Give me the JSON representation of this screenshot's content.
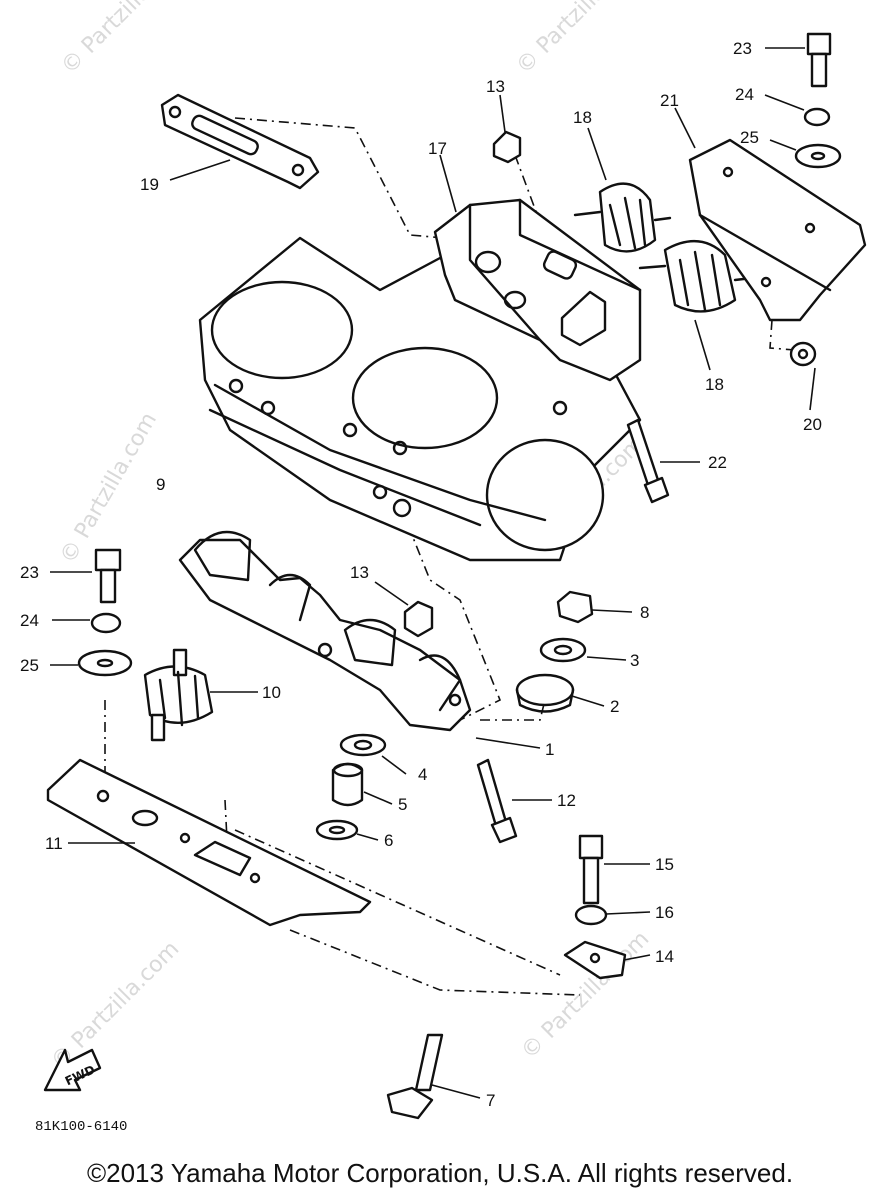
{
  "watermark": "© Partzilla.com",
  "diagram_code": "81K100-6140",
  "fwd_label": "FWD",
  "copyright": "©2013 Yamaha Motor Corporation, U.S.A. All rights reserved.",
  "labels": {
    "p1": "1",
    "p2": "2",
    "p3": "3",
    "p4": "4",
    "p5": "5",
    "p6": "6",
    "p7": "7",
    "p8": "8",
    "p9": "9",
    "p10": "10",
    "p11": "11",
    "p12": "12",
    "p13a": "13",
    "p13b": "13",
    "p14": "14",
    "p15": "15",
    "p16": "16",
    "p17": "17",
    "p18a": "18",
    "p18b": "18",
    "p19": "19",
    "p20": "20",
    "p21": "21",
    "p22": "22",
    "p23a": "23",
    "p23b": "23",
    "p24a": "24",
    "p24b": "24",
    "p25a": "25",
    "p25b": "25"
  }
}
